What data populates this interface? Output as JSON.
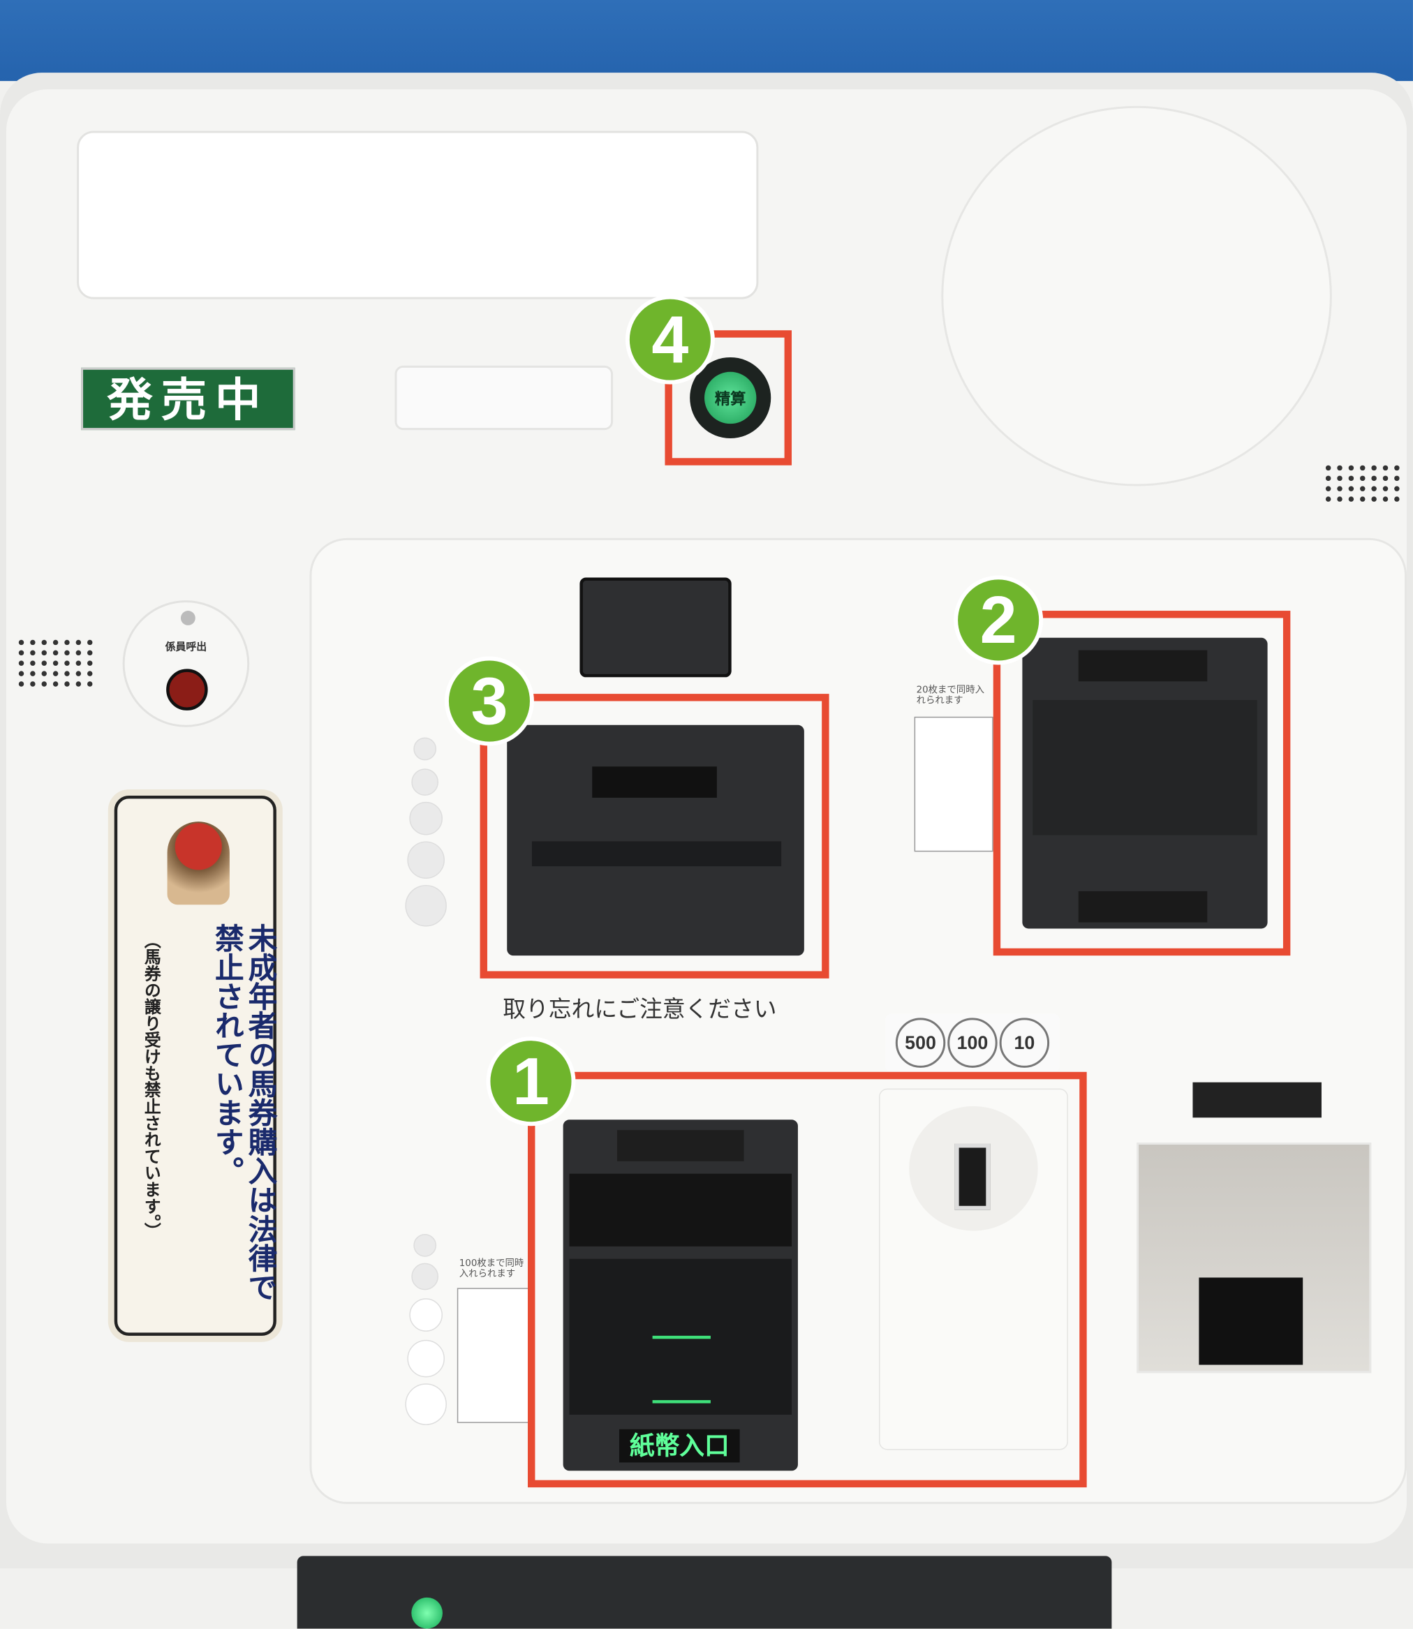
{
  "status_sign": "発売中",
  "settle_button": {
    "label": "精算",
    "badge": "4"
  },
  "staff_call": {
    "label": "係員呼出"
  },
  "ticket_slot": {
    "badge": "2",
    "note": "20枚まで同時入れられます"
  },
  "card_slot": {
    "badge": "3"
  },
  "cash_area": {
    "badge": "1",
    "caution": "取り忘れにご注意ください",
    "bill_label": "紙幣入口",
    "bill_note": "100枚まで同時入れられます",
    "coins": [
      "500",
      "100",
      "10"
    ]
  },
  "sticker": {
    "main": "未成年者の馬券購入は法律で禁止されています。",
    "sub": "（馬券の譲り受けも禁止されています。）"
  },
  "colors": {
    "highlight": "#e84b32",
    "badge": "#6fb52c",
    "sign": "#1e6b3a"
  }
}
